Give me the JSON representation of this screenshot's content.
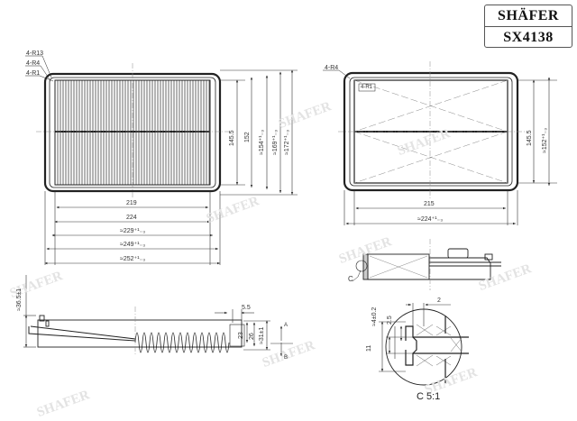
{
  "title_block": {
    "brand": "SHÄFER",
    "part_number": "SX4138"
  },
  "watermark": "SHAFER",
  "top_view_left": {
    "corner_labels": [
      "4-R13",
      "4-R4",
      "4-R1"
    ],
    "vertical_dims": [
      "145.5",
      "152",
      "≈154⁺¹₋₃",
      "≈169⁺¹₋₃",
      "≈172⁺¹₋₃"
    ],
    "horizontal_dims": [
      "219",
      "224",
      "≈229⁺¹₋₃",
      "≈249⁺¹₋₃",
      "≈252⁺¹₋₃"
    ]
  },
  "top_view_right": {
    "corner_labels": [
      "4-R4",
      "4-R1"
    ],
    "vertical_dims": [
      "145.5",
      "≈152⁺¹₋₃"
    ],
    "horizontal_dims": [
      "215",
      "≈224⁺¹₋₃"
    ],
    "section_marker": "C"
  },
  "side_view": {
    "height_dim": "≈36.5±1",
    "dims": [
      "5.5",
      "23",
      "26",
      "≈31±1"
    ],
    "arrows": [
      "A",
      "B"
    ]
  },
  "detail_view": {
    "dims": [
      "≈4±0.2",
      "2.5",
      "2",
      "11"
    ],
    "caption": "C 5:1"
  }
}
